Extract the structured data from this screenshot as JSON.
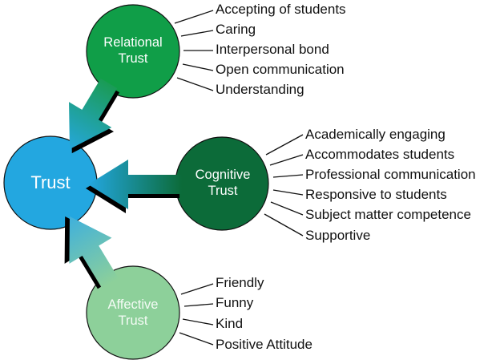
{
  "center": {
    "label": "Trust",
    "color": "#23a7e0"
  },
  "relational": {
    "title_line1": "Relational",
    "title_line2": "Trust",
    "color": "#109e48",
    "items": [
      "Accepting of students",
      "Caring",
      "Interpersonal bond",
      "Open communication",
      "Understanding"
    ]
  },
  "cognitive": {
    "title_line1": "Cognitive",
    "title_line2": "Trust",
    "color": "#0c6b39",
    "items": [
      "Academically engaging",
      "Accommodates students",
      "Professional communication",
      "Responsive to students",
      "Subject matter competence",
      "Supportive"
    ]
  },
  "affective": {
    "title_line1": "Affective",
    "title_line2": "Trust",
    "color": "#8dd09a",
    "items": [
      "Friendly",
      "Funny",
      "Kind",
      "Positive Attitude"
    ]
  }
}
